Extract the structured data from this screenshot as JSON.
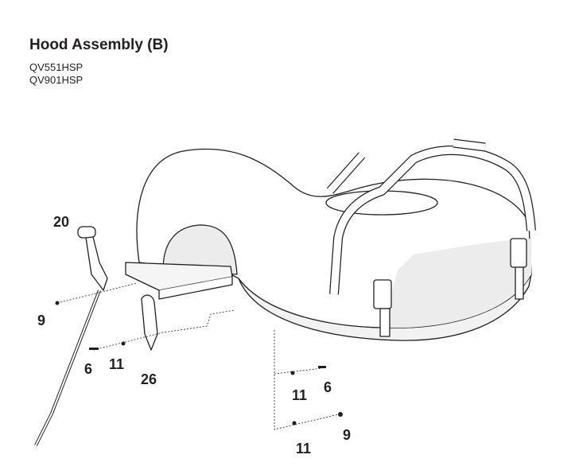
{
  "header": {
    "title": "Hood Assembly (B)",
    "models": [
      "QV551HSP",
      "QV901HSP"
    ]
  },
  "callouts": [
    {
      "label": "20"
    },
    {
      "label": "9"
    },
    {
      "label": "6"
    },
    {
      "label": "11"
    },
    {
      "label": "26"
    },
    {
      "label": "11"
    },
    {
      "label": "6"
    },
    {
      "label": "9"
    },
    {
      "label": "11"
    }
  ]
}
